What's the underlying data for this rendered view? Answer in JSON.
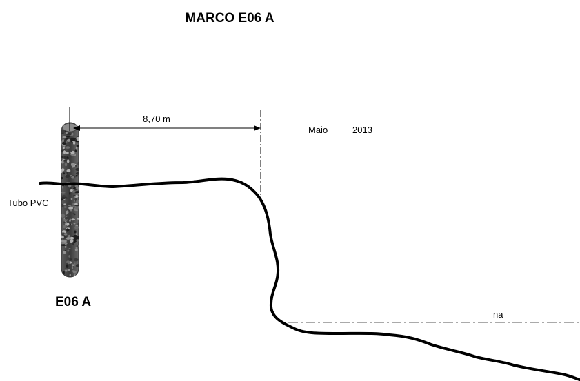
{
  "title": "MARCO E06 A",
  "distance_label": "8,70 m",
  "date": {
    "month": "Maio",
    "year": "2013"
  },
  "pipe_label": "Tubo PVC",
  "marker_label": "E06 A",
  "water_level_label": "na",
  "colors": {
    "line": "#000000",
    "dashed_line": "#555555",
    "pipe_dark": "#2b2b2b",
    "pipe_light": "#9a9a9a",
    "background": "#ffffff"
  }
}
